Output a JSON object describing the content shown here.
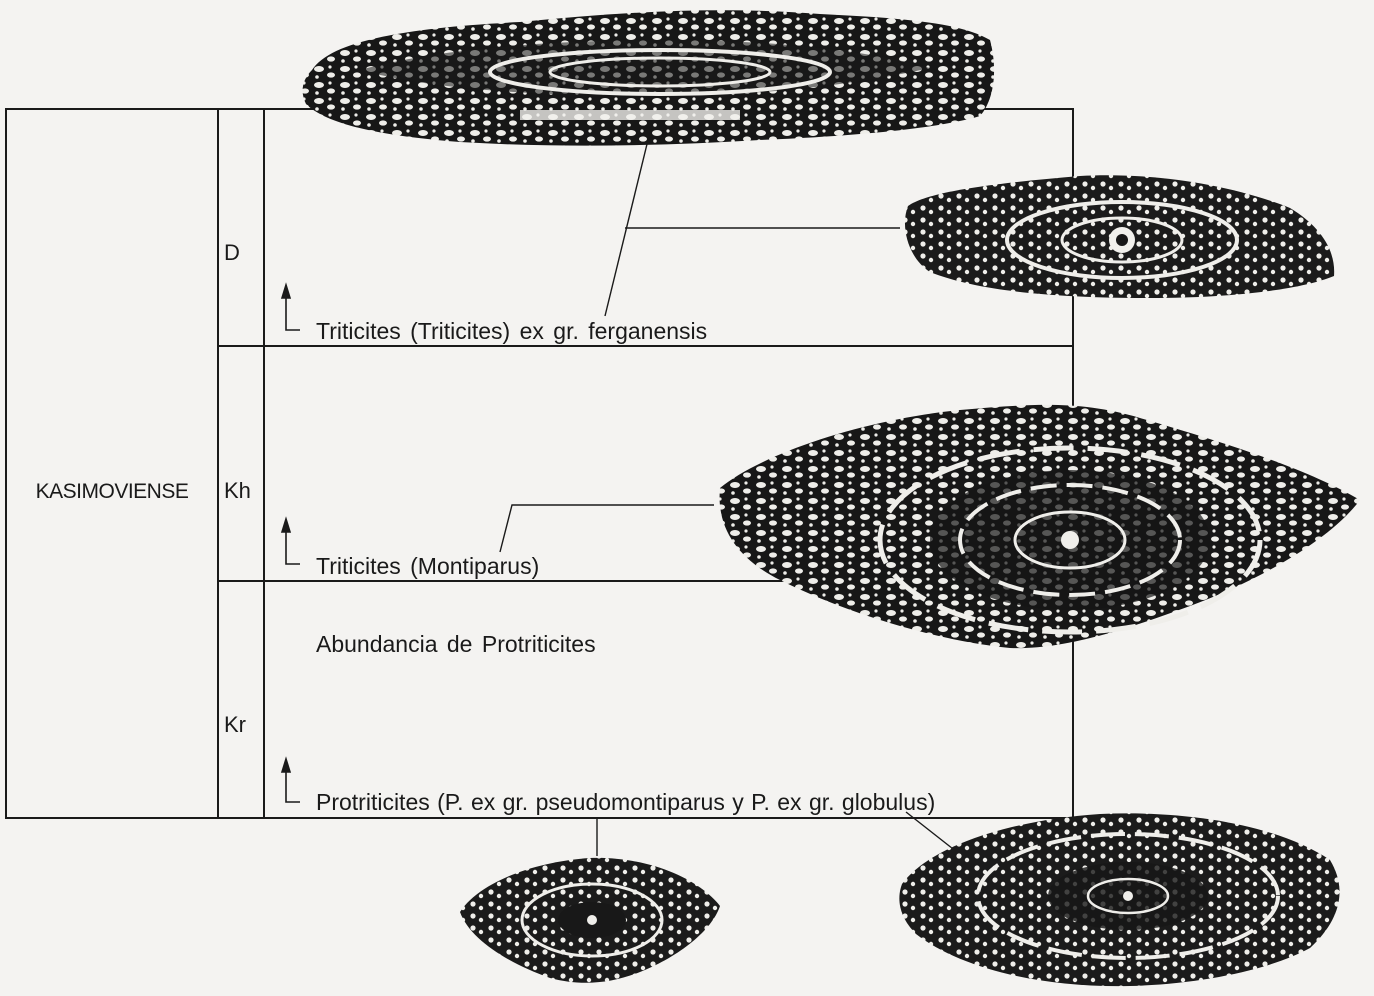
{
  "stage": {
    "name": "KASIMOVIENSE",
    "zones": [
      {
        "code": "D",
        "marker": "Triticites (Triticites) ex gr. ferganensis"
      },
      {
        "code": "Kh",
        "marker": "Triticites (Montiparus)"
      },
      {
        "code": "Kr",
        "marker": "Protriticites (P. ex gr. pseudomontiparus y P. ex gr. globulus)",
        "note": "Abundancia de Protriticites"
      }
    ]
  },
  "fossils": [
    {
      "id": "fossil-1",
      "depicts": "Triticites (Triticites) ex gr. ferganensis, axial section"
    },
    {
      "id": "fossil-2",
      "depicts": "Triticites (Triticites) ex gr. ferganensis, axial section"
    },
    {
      "id": "fossil-3",
      "depicts": "Triticites (Montiparus), axial section"
    },
    {
      "id": "fossil-4",
      "depicts": "Protriticites ex gr. pseudomontiparus, axial section"
    },
    {
      "id": "fossil-5",
      "depicts": "Protriticites ex gr. globulus, axial section"
    }
  ],
  "colors": {
    "ink": "#1a1a1a",
    "paper": "#f4f3f1",
    "fossil_dark": "#141414",
    "fossil_light": "#f2f1ee"
  }
}
